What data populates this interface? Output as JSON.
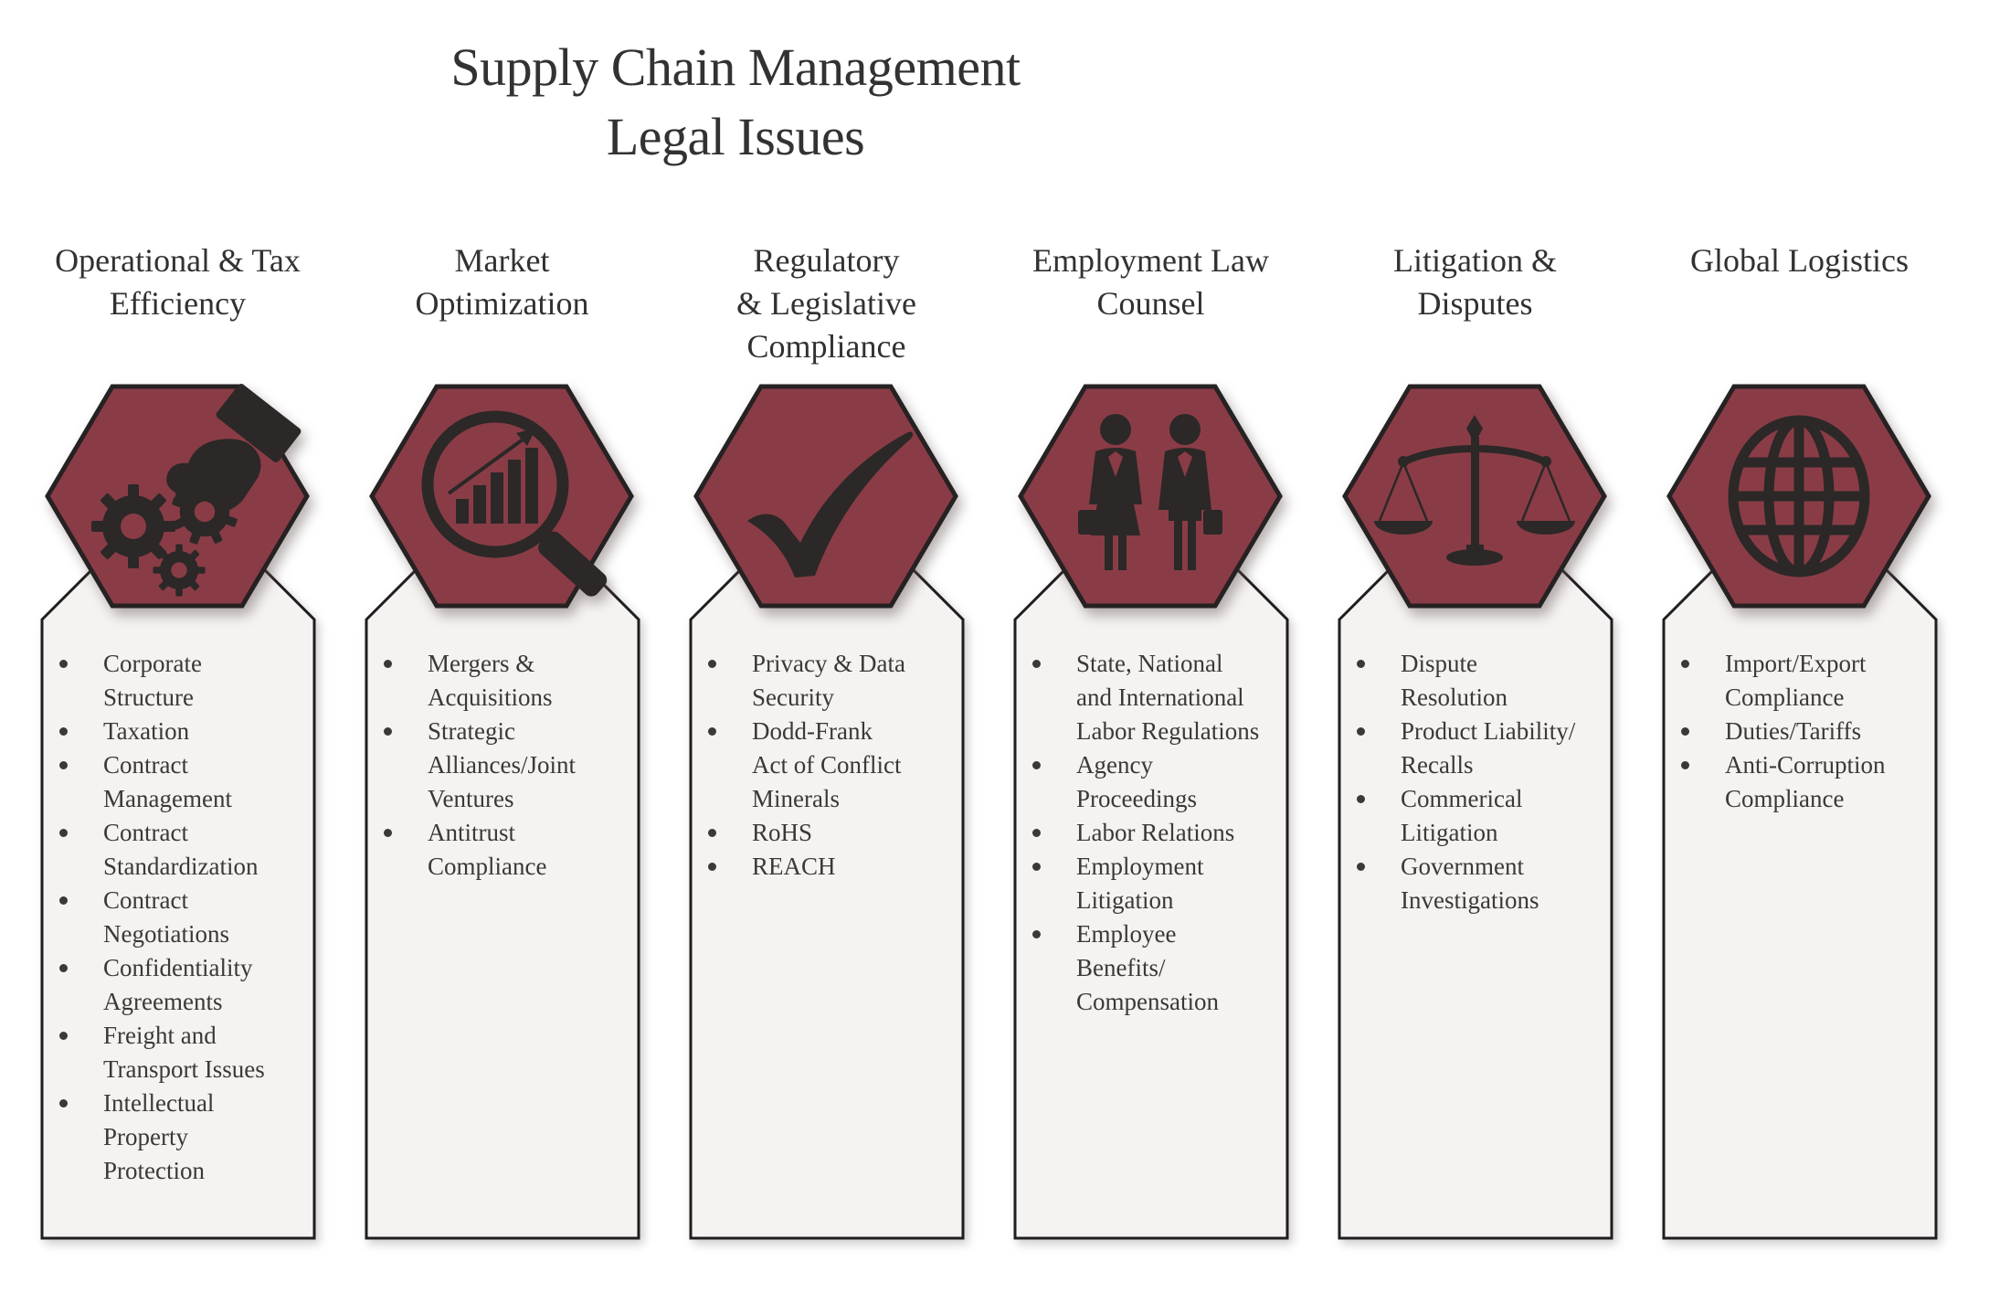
{
  "title": {
    "lines": [
      "Supply Chain Management",
      "Legal Issues"
    ]
  },
  "colors": {
    "hexagon_fill": "#8a3c46",
    "hexagon_border": "#262122",
    "panel_fill": "#f5f3f2",
    "panel_border": "#201d1e",
    "icon_ink": "#2b2827",
    "text_ink": "#3c3837"
  },
  "columns": [
    {
      "id": "operational-tax-efficiency",
      "header_lines": [
        "Operational & Tax",
        "Efficiency"
      ],
      "icon": "hand-gears-icon",
      "items": [
        "Corporate\nStructure",
        "Taxation",
        "Contract\nManagement",
        "Contract\nStandardization",
        "Contract\nNegotiations",
        "Confidentiality\nAgreements",
        "Freight and\nTransport Issues",
        "Intellectual\nProperty\nProtection"
      ]
    },
    {
      "id": "market-optimization",
      "header_lines": [
        "Market",
        "Optimization"
      ],
      "icon": "magnifier-chart-icon",
      "items": [
        "Mergers &\nAcquisitions",
        "Strategic\nAlliances/Joint\nVentures",
        "Antitrust\nCompliance"
      ]
    },
    {
      "id": "regulatory-legislative-compliance",
      "header_lines": [
        "Regulatory",
        "& Legislative",
        "Compliance"
      ],
      "icon": "checkmark-icon",
      "items": [
        "Privacy & Data\nSecurity",
        "Dodd-Frank\nAct of Conflict\nMinerals",
        "RoHS",
        "REACH"
      ]
    },
    {
      "id": "employment-law-counsel",
      "header_lines": [
        "Employment Law",
        "Counsel"
      ],
      "icon": "business-people-icon",
      "items": [
        "State, National\nand International\nLabor Regulations",
        "Agency\nProceedings",
        "Labor Relations",
        "Employment\nLitigation",
        "Employee\nBenefits/\nCompensation"
      ]
    },
    {
      "id": "litigation-disputes",
      "header_lines": [
        "Litigation &",
        "Disputes"
      ],
      "icon": "scales-icon",
      "items": [
        "Dispute\nResolution",
        "Product Liability/\nRecalls",
        "Commerical\nLitigation",
        "Government\nInvestigations"
      ]
    },
    {
      "id": "global-logistics",
      "header_lines": [
        "Global Logistics"
      ],
      "icon": "globe-icon",
      "items": [
        "Import/Export\nCompliance",
        "Duties/Tariffs",
        "Anti-Corruption\nCompliance"
      ]
    }
  ]
}
